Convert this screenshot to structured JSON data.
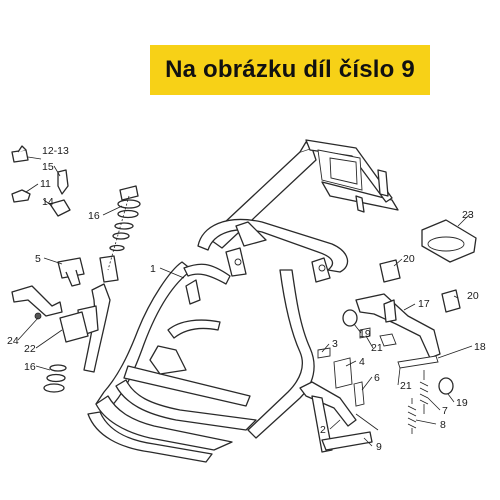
{
  "banner": {
    "text": "Na obrázku díl číslo 9",
    "color": "#f7d117"
  },
  "callouts": [
    {
      "id": "c-12-13",
      "label": "12-13"
    },
    {
      "id": "c-15",
      "label": "15"
    },
    {
      "id": "c-11",
      "label": "11"
    },
    {
      "id": "c-14",
      "label": "14"
    },
    {
      "id": "c-16a",
      "label": "16"
    },
    {
      "id": "c-5",
      "label": "5"
    },
    {
      "id": "c-1",
      "label": "1"
    },
    {
      "id": "c-23",
      "label": "23"
    },
    {
      "id": "c-20a",
      "label": "20"
    },
    {
      "id": "c-20b",
      "label": "20"
    },
    {
      "id": "c-17",
      "label": "17"
    },
    {
      "id": "c-19a",
      "label": "19"
    },
    {
      "id": "c-21a",
      "label": "21"
    },
    {
      "id": "c-18",
      "label": "18"
    },
    {
      "id": "c-24",
      "label": "24"
    },
    {
      "id": "c-22",
      "label": "22"
    },
    {
      "id": "c-16b",
      "label": "16"
    },
    {
      "id": "c-3",
      "label": "3"
    },
    {
      "id": "c-4",
      "label": "4"
    },
    {
      "id": "c-6",
      "label": "6"
    },
    {
      "id": "c-21b",
      "label": "21"
    },
    {
      "id": "c-19b",
      "label": "19"
    },
    {
      "id": "c-2",
      "label": "2"
    },
    {
      "id": "c-9",
      "label": "9"
    },
    {
      "id": "c-7",
      "label": "7"
    },
    {
      "id": "c-8",
      "label": "8"
    }
  ]
}
